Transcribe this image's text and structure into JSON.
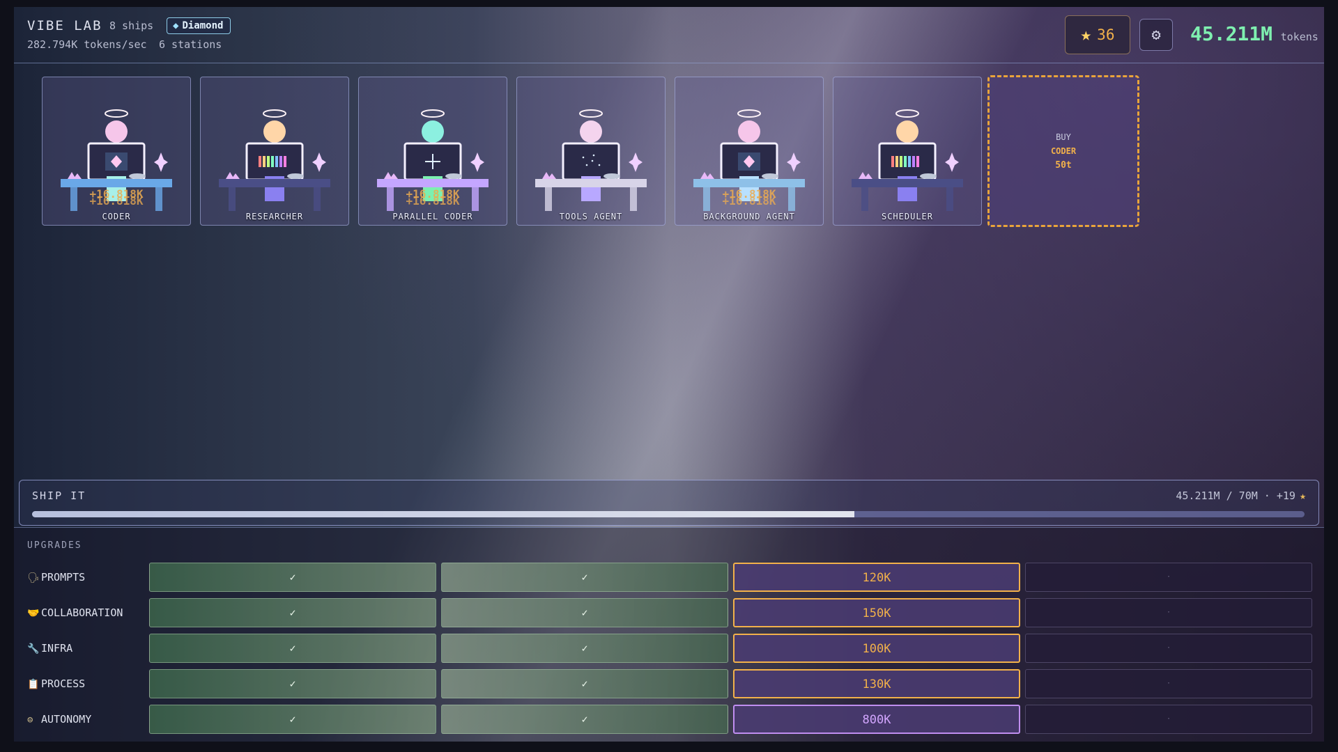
{
  "header": {
    "title": "VIBE LAB",
    "ships": "8 ships",
    "tier": "Diamond",
    "rate": "282.794K tokens/sec",
    "stations": "6 stations",
    "stars": "36",
    "tokens": "45.211M",
    "tokens_unit": "tokens",
    "accent_colors": {
      "tokens": "#7ff0b0",
      "gold": "#f2b14a",
      "purple": "#d3a6ff"
    }
  },
  "stations": [
    {
      "label": "CODER",
      "float1": "+16.818K",
      "float2": "+16.818K",
      "screen": "diamond"
    },
    {
      "label": "RESEARCHER",
      "float1": "",
      "float2": "",
      "screen": "rainbow"
    },
    {
      "label": "PARALLEL CODER",
      "float1": "+16.818K",
      "float2": "+16.818K",
      "screen": "plus"
    },
    {
      "label": "TOOLS AGENT",
      "float1": "",
      "float2": "",
      "screen": "dots"
    },
    {
      "label": "BACKGROUND AGENT",
      "float1": "+16.818K",
      "float2": "+16.818K",
      "screen": "diamond"
    },
    {
      "label": "SCHEDULER",
      "float1": "",
      "float2": "",
      "screen": "rainbow"
    }
  ],
  "buy": {
    "line1": "BUY",
    "line2": "CODER",
    "line3": "50t"
  },
  "ship_it": {
    "label": "SHIP IT",
    "progress_text": "45.211M / 70M · +19",
    "progress": 0.646
  },
  "upgrades": {
    "title": "UPGRADES",
    "rows": [
      {
        "icon": "🗣",
        "name": "PROMPTS",
        "cells": [
          "✓",
          "✓",
          "120K",
          "·"
        ],
        "locked": false
      },
      {
        "icon": "🤝",
        "name": "COLLABORATION",
        "cells": [
          "✓",
          "✓",
          "150K",
          "·"
        ],
        "locked": false
      },
      {
        "icon": "🔧",
        "name": "INFRA",
        "cells": [
          "✓",
          "✓",
          "100K",
          "·"
        ],
        "locked": false
      },
      {
        "icon": "📋",
        "name": "PROCESS",
        "cells": [
          "✓",
          "✓",
          "130K",
          "·"
        ],
        "locked": false
      },
      {
        "icon": "⊜",
        "name": "AUTONOMY",
        "cells": [
          "✓",
          "✓",
          "800K",
          "·"
        ],
        "locked": true
      }
    ]
  }
}
